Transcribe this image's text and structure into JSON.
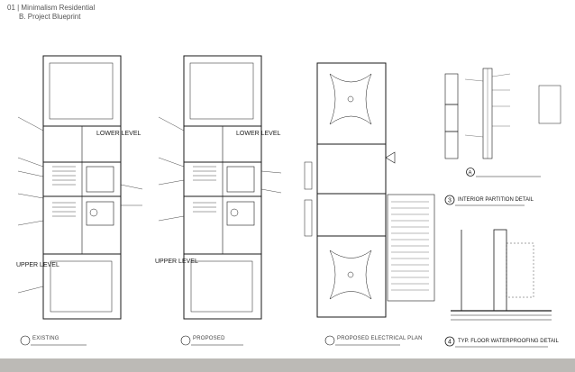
{
  "header": {
    "line1": "01 |  Minimalism Residential",
    "line2": "B. Project Blueprint"
  },
  "drawings": {
    "existing": {
      "caption": "EXISTING",
      "lower_level": "LOWER LEVEL",
      "upper_level": "UPPER LEVEL"
    },
    "proposed": {
      "caption": "PROPOSED",
      "lower_level": "LOWER LEVEL",
      "upper_level": "UPPER LEVEL"
    },
    "electrical": {
      "caption": "PROPOSED ELECTRICAL PLAN"
    },
    "details": {
      "num_3": "3",
      "title_3": "INTERIOR PARTITION DETAIL",
      "num_4": "4",
      "title_4": "TYP. FLOOR WATERPROOFING DETAIL",
      "num_a": "A"
    }
  },
  "colors": {
    "line": "#1a1a1a",
    "bar": "#bcbab6",
    "header": "#555555"
  }
}
